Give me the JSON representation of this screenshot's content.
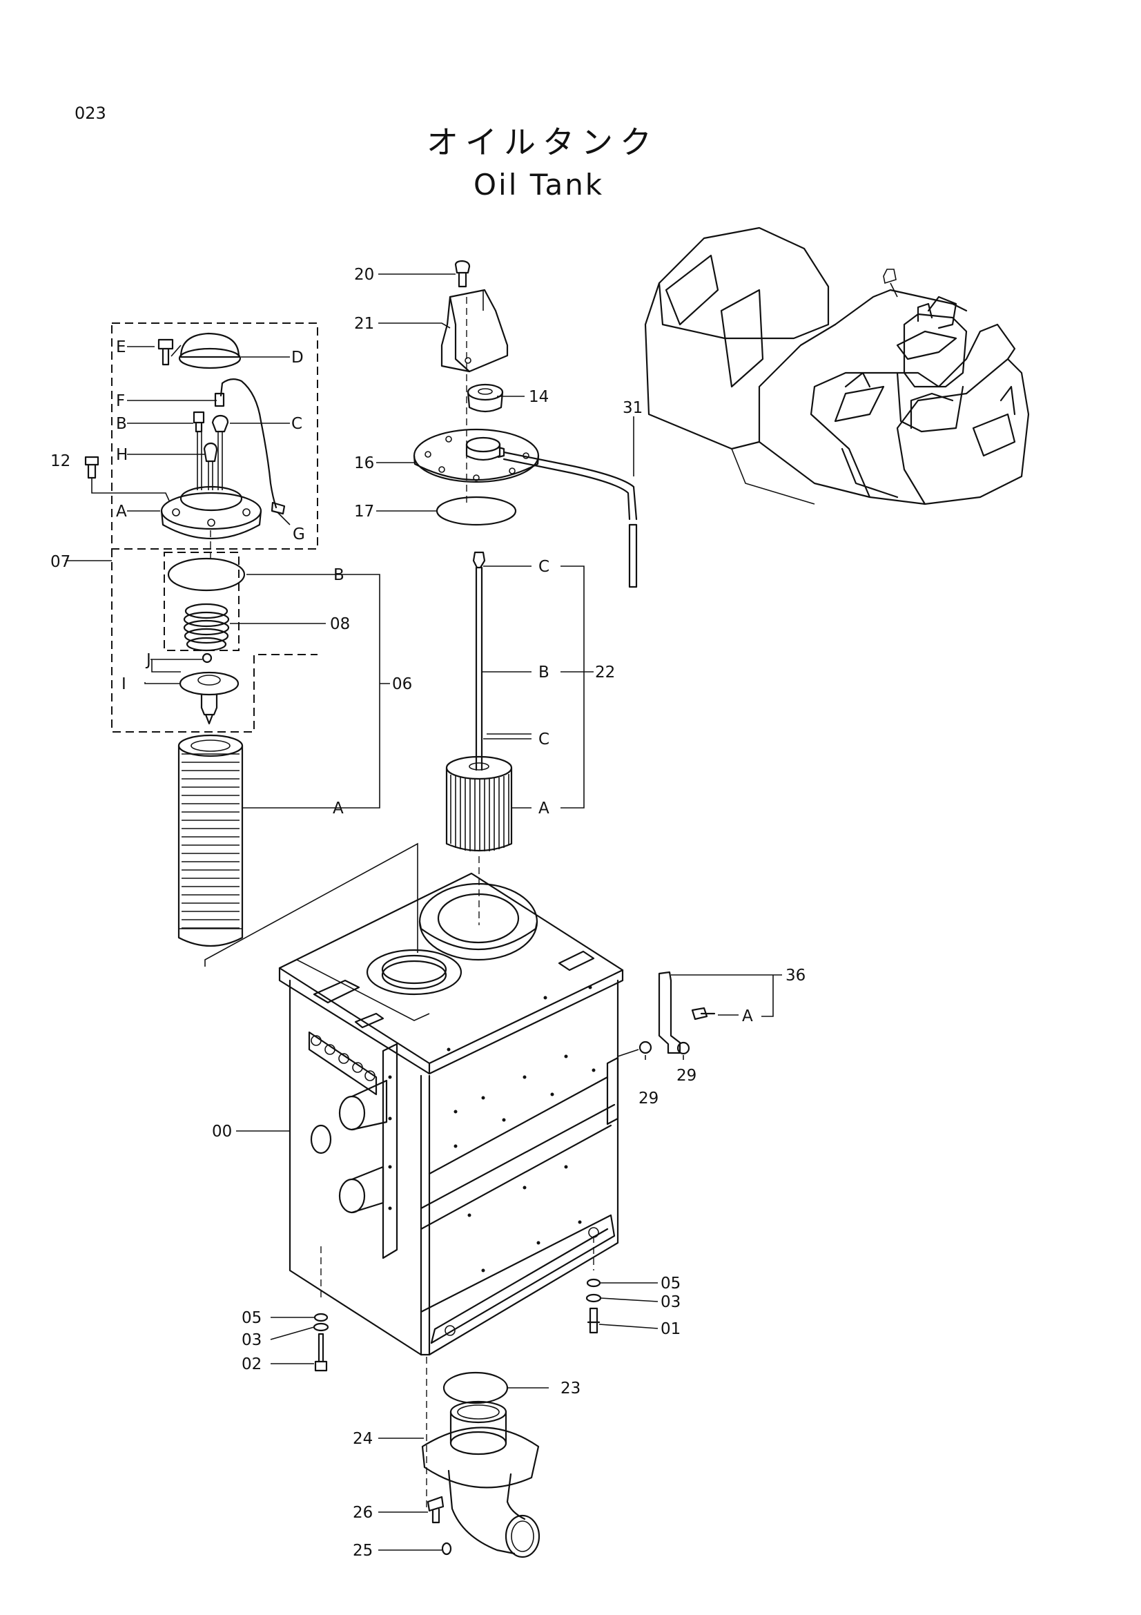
{
  "page_number": "023",
  "title_ja": "オイルタンク",
  "title_en": "Oil Tank",
  "callouts": {
    "c00": "00",
    "c01": "01",
    "c02": "02",
    "c03a": "03",
    "c03b": "03",
    "c05a": "05",
    "c05b": "05",
    "c06": "06",
    "c07": "07",
    "c08": "08",
    "c12": "12",
    "c14": "14",
    "c16": "16",
    "c17": "17",
    "c20": "20",
    "c21": "21",
    "c22": "22",
    "c23": "23",
    "c24": "24",
    "c25": "25",
    "c26": "26",
    "c29a": "29",
    "c29b": "29",
    "c31": "31",
    "c36": "36"
  },
  "letters": {
    "l_E": "E",
    "l_D": "D",
    "l_F": "F",
    "l_B1": "B",
    "l_C1": "C",
    "l_H": "H",
    "l_A1": "A",
    "l_G": "G",
    "l_B2": "B",
    "l_J": "J",
    "l_I": "I",
    "l_A2": "A",
    "l_C2": "C",
    "l_B3": "B",
    "l_C3": "C",
    "l_A3": "A",
    "l_A4": "A"
  }
}
